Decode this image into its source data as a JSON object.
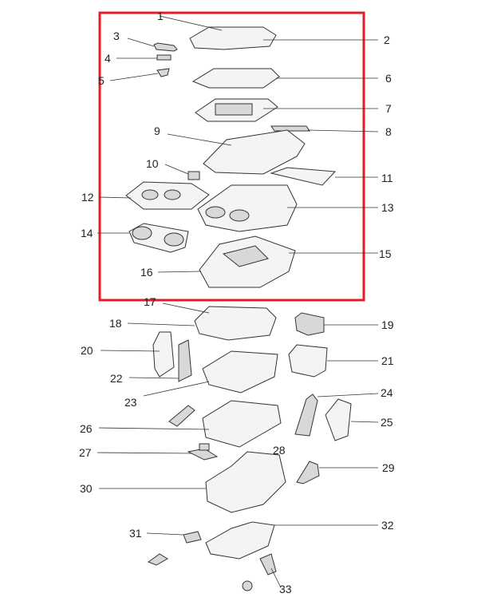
{
  "diagram": {
    "highlight_color": "#e31e24",
    "callouts": {
      "c1": "1",
      "c2": "2",
      "c3": "3",
      "c4": "4",
      "c5": "5",
      "c6": "6",
      "c7": "7",
      "c8": "8",
      "c9": "9",
      "c10": "10",
      "c11": "11",
      "c12": "12",
      "c13": "13",
      "c14": "14",
      "c15": "15",
      "c16": "16",
      "c17": "17",
      "c18": "18",
      "c19": "19",
      "c20": "20",
      "c21": "21",
      "c22": "22",
      "c23": "23",
      "c24": "24",
      "c25": "25",
      "c26": "26",
      "c27": "27",
      "c28": "28",
      "c29": "29",
      "c30": "30",
      "c31": "31",
      "c32": "32",
      "c33": "33"
    }
  }
}
